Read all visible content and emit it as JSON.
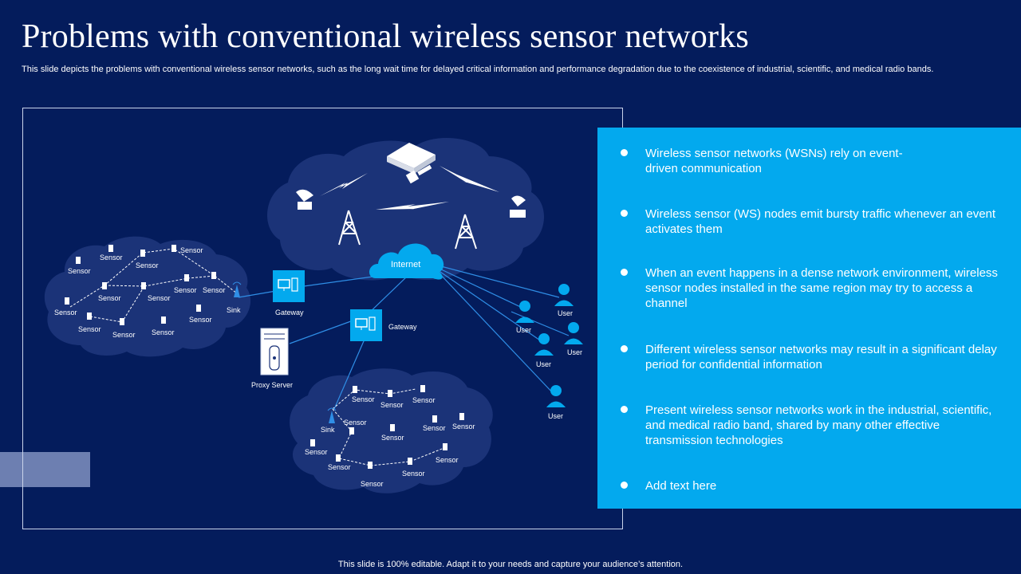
{
  "title": "Problems with conventional wireless sensor networks",
  "subtitle": "This slide depicts the problems with conventional wireless sensor networks, such as the long wait time for  delayed critical information and performance degradation due to the coexistence of industrial, scientific, and medical radio bands.",
  "diagram": {
    "internet": "Internet",
    "gateway_left": "Gateway",
    "gateway_mid": "Gateway",
    "proxy": "Proxy Server",
    "sink": "Sink",
    "sensor": "Sensor",
    "user": "User"
  },
  "bullets": [
    {
      "text": "Wireless sensor networks (WSNs) rely on event-\ndriven communication"
    },
    {
      "text": "Wireless sensor (WS) nodes emit bursty traffic whenever an event activates them"
    },
    {
      "text": "When an event happens in a dense network environment, wireless sensor nodes installed in the same region may try to access a channel"
    },
    {
      "text": "Different wireless sensor networks may result in a significant delay period for confidential information"
    },
    {
      "text": "Present wireless sensor networks work in the industrial, scientific, and medical radio band, shared by many other effective transmission technologies"
    },
    {
      "text": "Add text here"
    }
  ],
  "footer": "This slide is 100% editable. Adapt it to your needs and capture your audience’s attention.",
  "colors": {
    "background": "#041c5c",
    "cloud": "#1b3378",
    "accent_blue": "#03a9ee",
    "line": "#2f8ee6"
  }
}
